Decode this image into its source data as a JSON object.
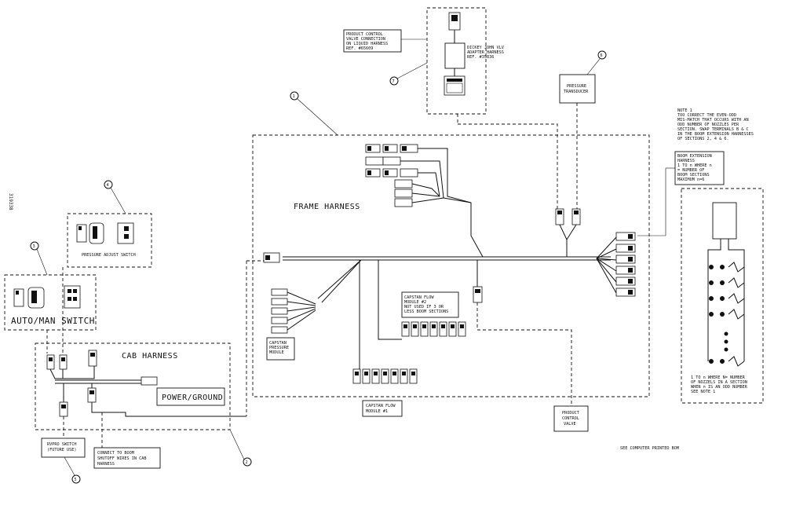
{
  "side_number": "319338",
  "callouts": [
    "1",
    "2",
    "3",
    "4",
    "5",
    "6",
    "7"
  ],
  "labels": {
    "frame_harness": "FRAME HARNESS",
    "cab_harness": "CAB HARNESS",
    "power_ground": "POWER/GROUND",
    "auto_man_switch": "AUTO/MAN SWITCH",
    "pressure_adjust_switch": "PRESSURE ADJUST SWITCH",
    "pressure_transducer": "PRESSURE TRANSDUCER",
    "product_control_valve": "PRODUCT CONTROL VALVE",
    "capstan_pressure_module": "CAPSTAN PRESSURE MODULE",
    "capstan_flow_module_1": "CAPSTAN FLOW MODULE #1",
    "capstan_flow_module_2": [
      "CAPSTAN FLOW",
      "MODULE #2",
      "NOT USED IF 3 OR",
      "LESS BOOM SECTIONS"
    ],
    "dickey_john": [
      "DICKEY JOHN VLV",
      "ADAPTER HARNESS",
      "REF. #35836"
    ],
    "product_control_conn": [
      "PRODUCT CONTROL",
      "VALVE CONNECTION",
      "ON LIQUID HARNESS",
      "REF. #65609"
    ],
    "rvpro_switch": [
      "RVPRO SWITCH",
      "(FUTURE USE)"
    ],
    "connect_to_boom": [
      "CONNECT TO BOOM",
      "SHUTOFF WIRES IN CAB",
      "HARNESS"
    ],
    "boom_extension": [
      "BOOM EXTENSION",
      "HARNESS",
      "1 TO n WHERE n",
      "= NUMBER OF",
      "BOOM SECTIONS",
      "MAXIMUM n=6"
    ],
    "note_1": [
      "NOTE 1",
      "TOO CORRECT THE EVEN-ODD",
      "MIS-MATCH THAT OCCURS WITH AN",
      "ODD NUMBER OF NOZZLES PER",
      "SECTION.  SWAP TERMINALS B & C",
      "IN THE BOOM EXTENSION HARNESSES",
      "OF SECTIONS 2, 4 & 6."
    ],
    "nozzle_note": [
      "1 TO n WHERE N= NUMBER",
      "OF NOZZELS IN A SECTION",
      "WHEN n IS AN ODD NUMBER",
      "SEE NOTE 1"
    ],
    "see_bom": "SEE COMPUTER PRINTED BOM"
  },
  "colors": {
    "ink": "#111111",
    "paper": "#ffffff"
  }
}
